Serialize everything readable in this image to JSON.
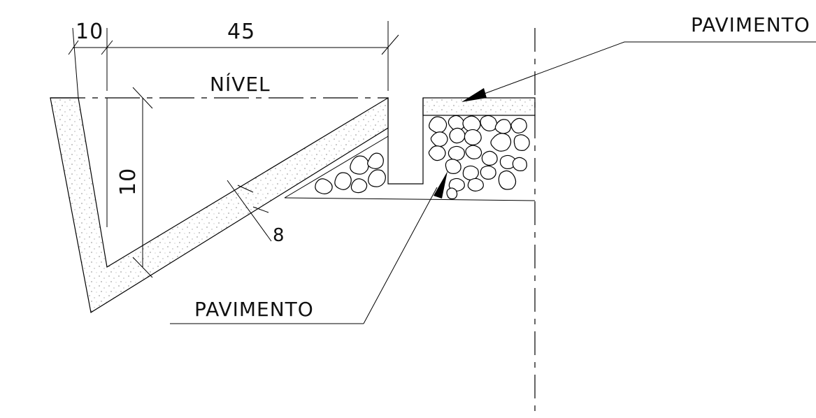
{
  "labels": {
    "dim_left": "10",
    "dim_top": "45",
    "level": "NÍVEL",
    "dim_vertical": "10",
    "dim_thickness": "8",
    "pavement_top_right": "PAVIMENTO",
    "pavement_bottom": "PAVIMENTO"
  },
  "icons": {
    "arrow": "leader-arrow",
    "stones": "cobblestone-fill"
  }
}
